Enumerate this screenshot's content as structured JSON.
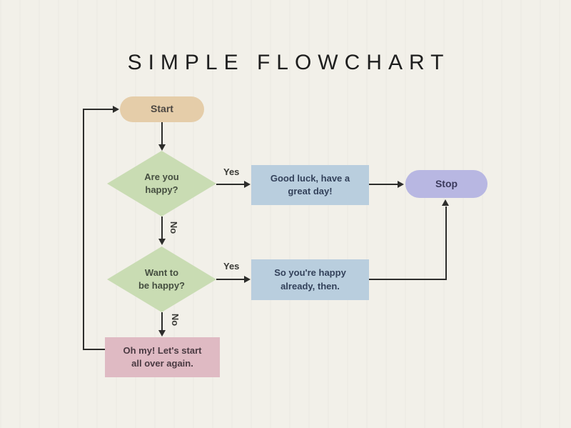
{
  "title": "SIMPLE FLOWCHART",
  "nodes": {
    "start": {
      "type": "terminator",
      "label": "Start"
    },
    "decision1": {
      "type": "decision",
      "label": "Are you\nhappy?"
    },
    "process1": {
      "type": "process",
      "label": "Good luck, have a\ngreat day!"
    },
    "stop": {
      "type": "terminator",
      "label": "Stop"
    },
    "decision2": {
      "type": "decision",
      "label": "Want to\nbe happy?"
    },
    "process2": {
      "type": "process",
      "label": "So you're happy\nalready, then."
    },
    "restart": {
      "type": "process",
      "label": "Oh my! Let's start\nall over again."
    }
  },
  "edge_labels": {
    "decision1_yes": "Yes",
    "decision1_no": "No",
    "decision2_yes": "Yes",
    "decision2_no": "No"
  },
  "colors": {
    "background": "#f2f0e9",
    "title_text": "#1e1e1e",
    "start_fill": "#e5cda9",
    "start_text": "#4c4742",
    "decision_fill": "#c9dcb3",
    "decision_text": "#454e40",
    "process_fill": "#b9cede",
    "process_text": "#33415a",
    "stop_fill": "#b8b7e2",
    "stop_text": "#3b3a5c",
    "restart_fill": "#dfbac3",
    "restart_text": "#4a3a42",
    "connector": "#2d2d2b",
    "edge_label_text": "#3a3a36"
  }
}
